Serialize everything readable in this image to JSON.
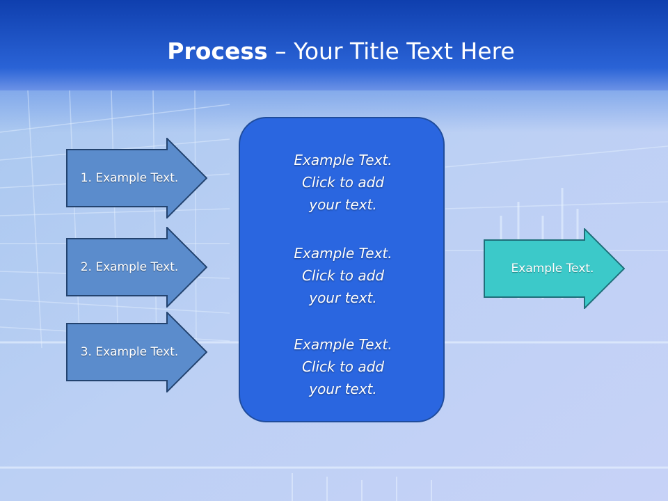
{
  "slide": {
    "title_bold": "Process",
    "title_rest": " – Your Title Text Here"
  },
  "inputs": [
    {
      "label": "1. Example Text."
    },
    {
      "label": "2. Example Text."
    },
    {
      "label": "3. Example Text."
    }
  ],
  "center": {
    "blocks": [
      {
        "line1": "Example Text.",
        "line2": "Click  to add",
        "line3": "your text."
      },
      {
        "line1": "Example Text.",
        "line2": "Click  to add",
        "line3": "your text."
      },
      {
        "line1": "Example Text.",
        "line2": "Click  to add",
        "line3": "your text."
      }
    ]
  },
  "output": {
    "label": "Example Text."
  },
  "colors": {
    "header": "#1f55c7",
    "input_arrow": "#5b8ccc",
    "center_box": "#2a66e0",
    "output_arrow": "#3cc9c9"
  },
  "icons": {
    "arrow_shape": "right-arrow"
  }
}
